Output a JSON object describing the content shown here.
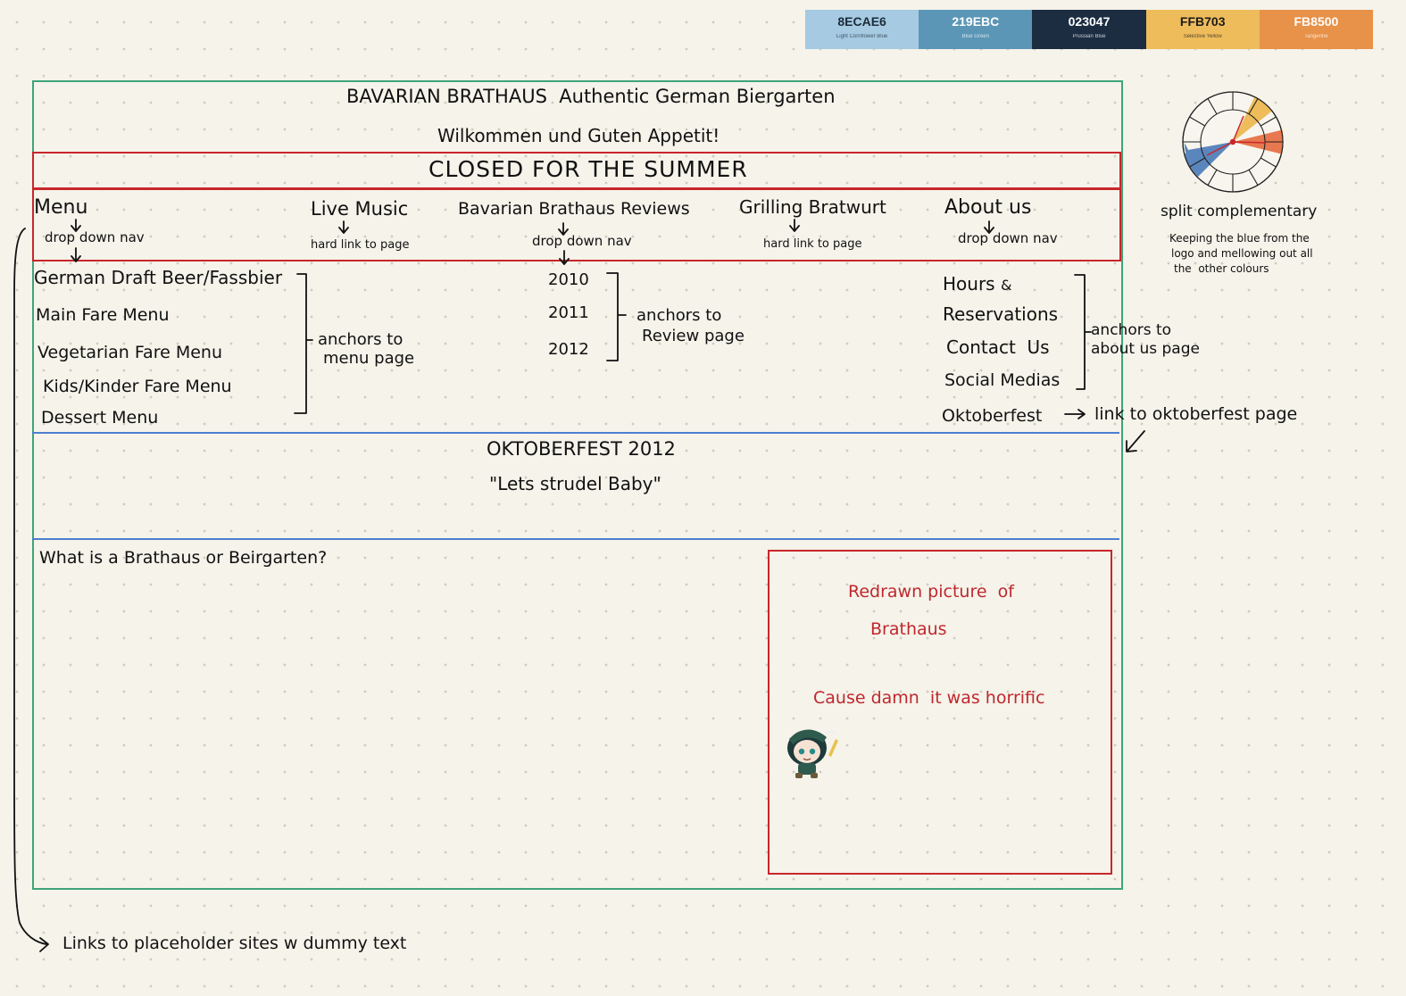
{
  "palette": [
    {
      "hex": "8ECAE6",
      "name": "Light Cornflower Blue",
      "color": "#A5CAE1",
      "text": "#1c2b3a"
    },
    {
      "hex": "219EBC",
      "name": "Blue Green",
      "color": "#5B96B6",
      "text": "#ffffff"
    },
    {
      "hex": "023047",
      "name": "Prussian Blue",
      "color": "#1C2D42",
      "text": "#ffffff"
    },
    {
      "hex": "FFB703",
      "name": "Selective Yellow",
      "color": "#EEBC5B",
      "text": "#1a1a1a"
    },
    {
      "hex": "FB8500",
      "name": "Tangerine",
      "color": "#E89148",
      "text": "#ffffff"
    }
  ],
  "header": {
    "title": "BAVARIAN BRATHAUS  Authentic German Biergarten",
    "welcome": "Wilkommen und Guten Appetit!",
    "closed": "CLOSED FOR THE SUMMER"
  },
  "nav": {
    "menu": {
      "label": "Menu",
      "note": "drop down nav"
    },
    "live_music": {
      "label": "Live Music",
      "note": "hard link to page"
    },
    "reviews": {
      "label": "Bavarian Brathaus Reviews",
      "note": "drop down nav"
    },
    "grilling": {
      "label": "Grilling Bratwurt",
      "note": "hard link to page"
    },
    "about": {
      "label": "About us",
      "note": "drop down nav"
    }
  },
  "menu_items": [
    "German Draft Beer/Fassbier",
    "Main Fare Menu",
    "Vegetarian Fare Menu",
    "Kids/Kinder Fare Menu",
    "Dessert Menu"
  ],
  "menu_anchor_note": [
    "anchors to",
    "menu page"
  ],
  "review_years": [
    "2010",
    "2011",
    "2012"
  ],
  "review_anchor_note": [
    "anchors to",
    "Review page"
  ],
  "about_items": [
    "Hours",
    "Reservations",
    "Contact  Us",
    "Social Medias"
  ],
  "about_anchor_note": [
    "anchors to",
    "about us page"
  ],
  "oktoberfest_item": "Oktoberfest",
  "oktoberfest_note": "link to oktoberfest page",
  "oktoberfest_banner": {
    "title": "OKTOBERFEST 2012",
    "slogan": "\"Lets strudel Baby\""
  },
  "question": "What is a Brathaus or Beirgarten?",
  "picture_note": {
    "line1": "Redrawn picture  of",
    "line2": "Brathaus",
    "line3": "Cause damn  it was horrific"
  },
  "color_scheme": {
    "title": "split complementary",
    "note": [
      "Keeping the blue from the",
      "logo and mellowing out all",
      "the  other colours"
    ]
  },
  "footer_note": "Links to placeholder sites w dummy text"
}
